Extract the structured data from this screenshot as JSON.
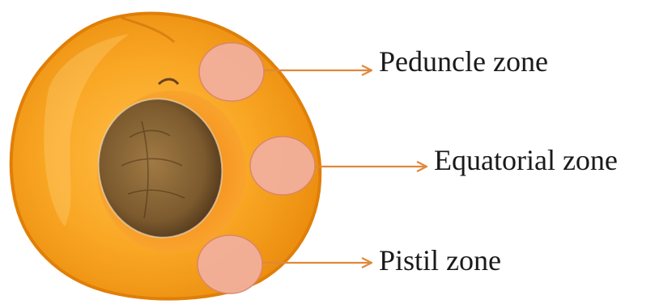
{
  "zones": [
    {
      "id": "peduncle",
      "label": "Peduncle zone"
    },
    {
      "id": "equatorial",
      "label": "Equatorial zone"
    },
    {
      "id": "pistil",
      "label": "Pistil zone"
    }
  ],
  "colors": {
    "flesh": "#f7a21c",
    "flesh_highlight": "#ffc65a",
    "skin": "#e8860e",
    "stone": "#8a6434",
    "stone_dark": "#5c3f1e",
    "zone_marker": "#f2b09c",
    "arrow": "#e0883a",
    "text": "#1a1a1a"
  }
}
